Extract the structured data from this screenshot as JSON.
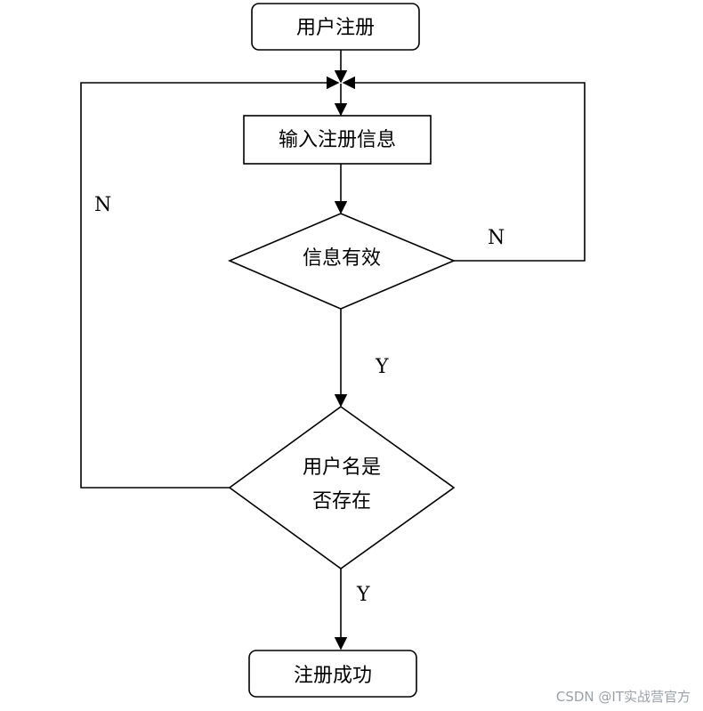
{
  "nodes": {
    "start": "用户注册",
    "input": "输入注册信息",
    "valid": "信息有效",
    "exists_line1": "用户名是",
    "exists_line2": "否存在",
    "end": "注册成功"
  },
  "edge_labels": {
    "valid_no": "N",
    "exists_no": "N",
    "valid_yes": "Y",
    "exists_yes": "Y"
  },
  "watermark": "CSDN @IT实战营官方"
}
